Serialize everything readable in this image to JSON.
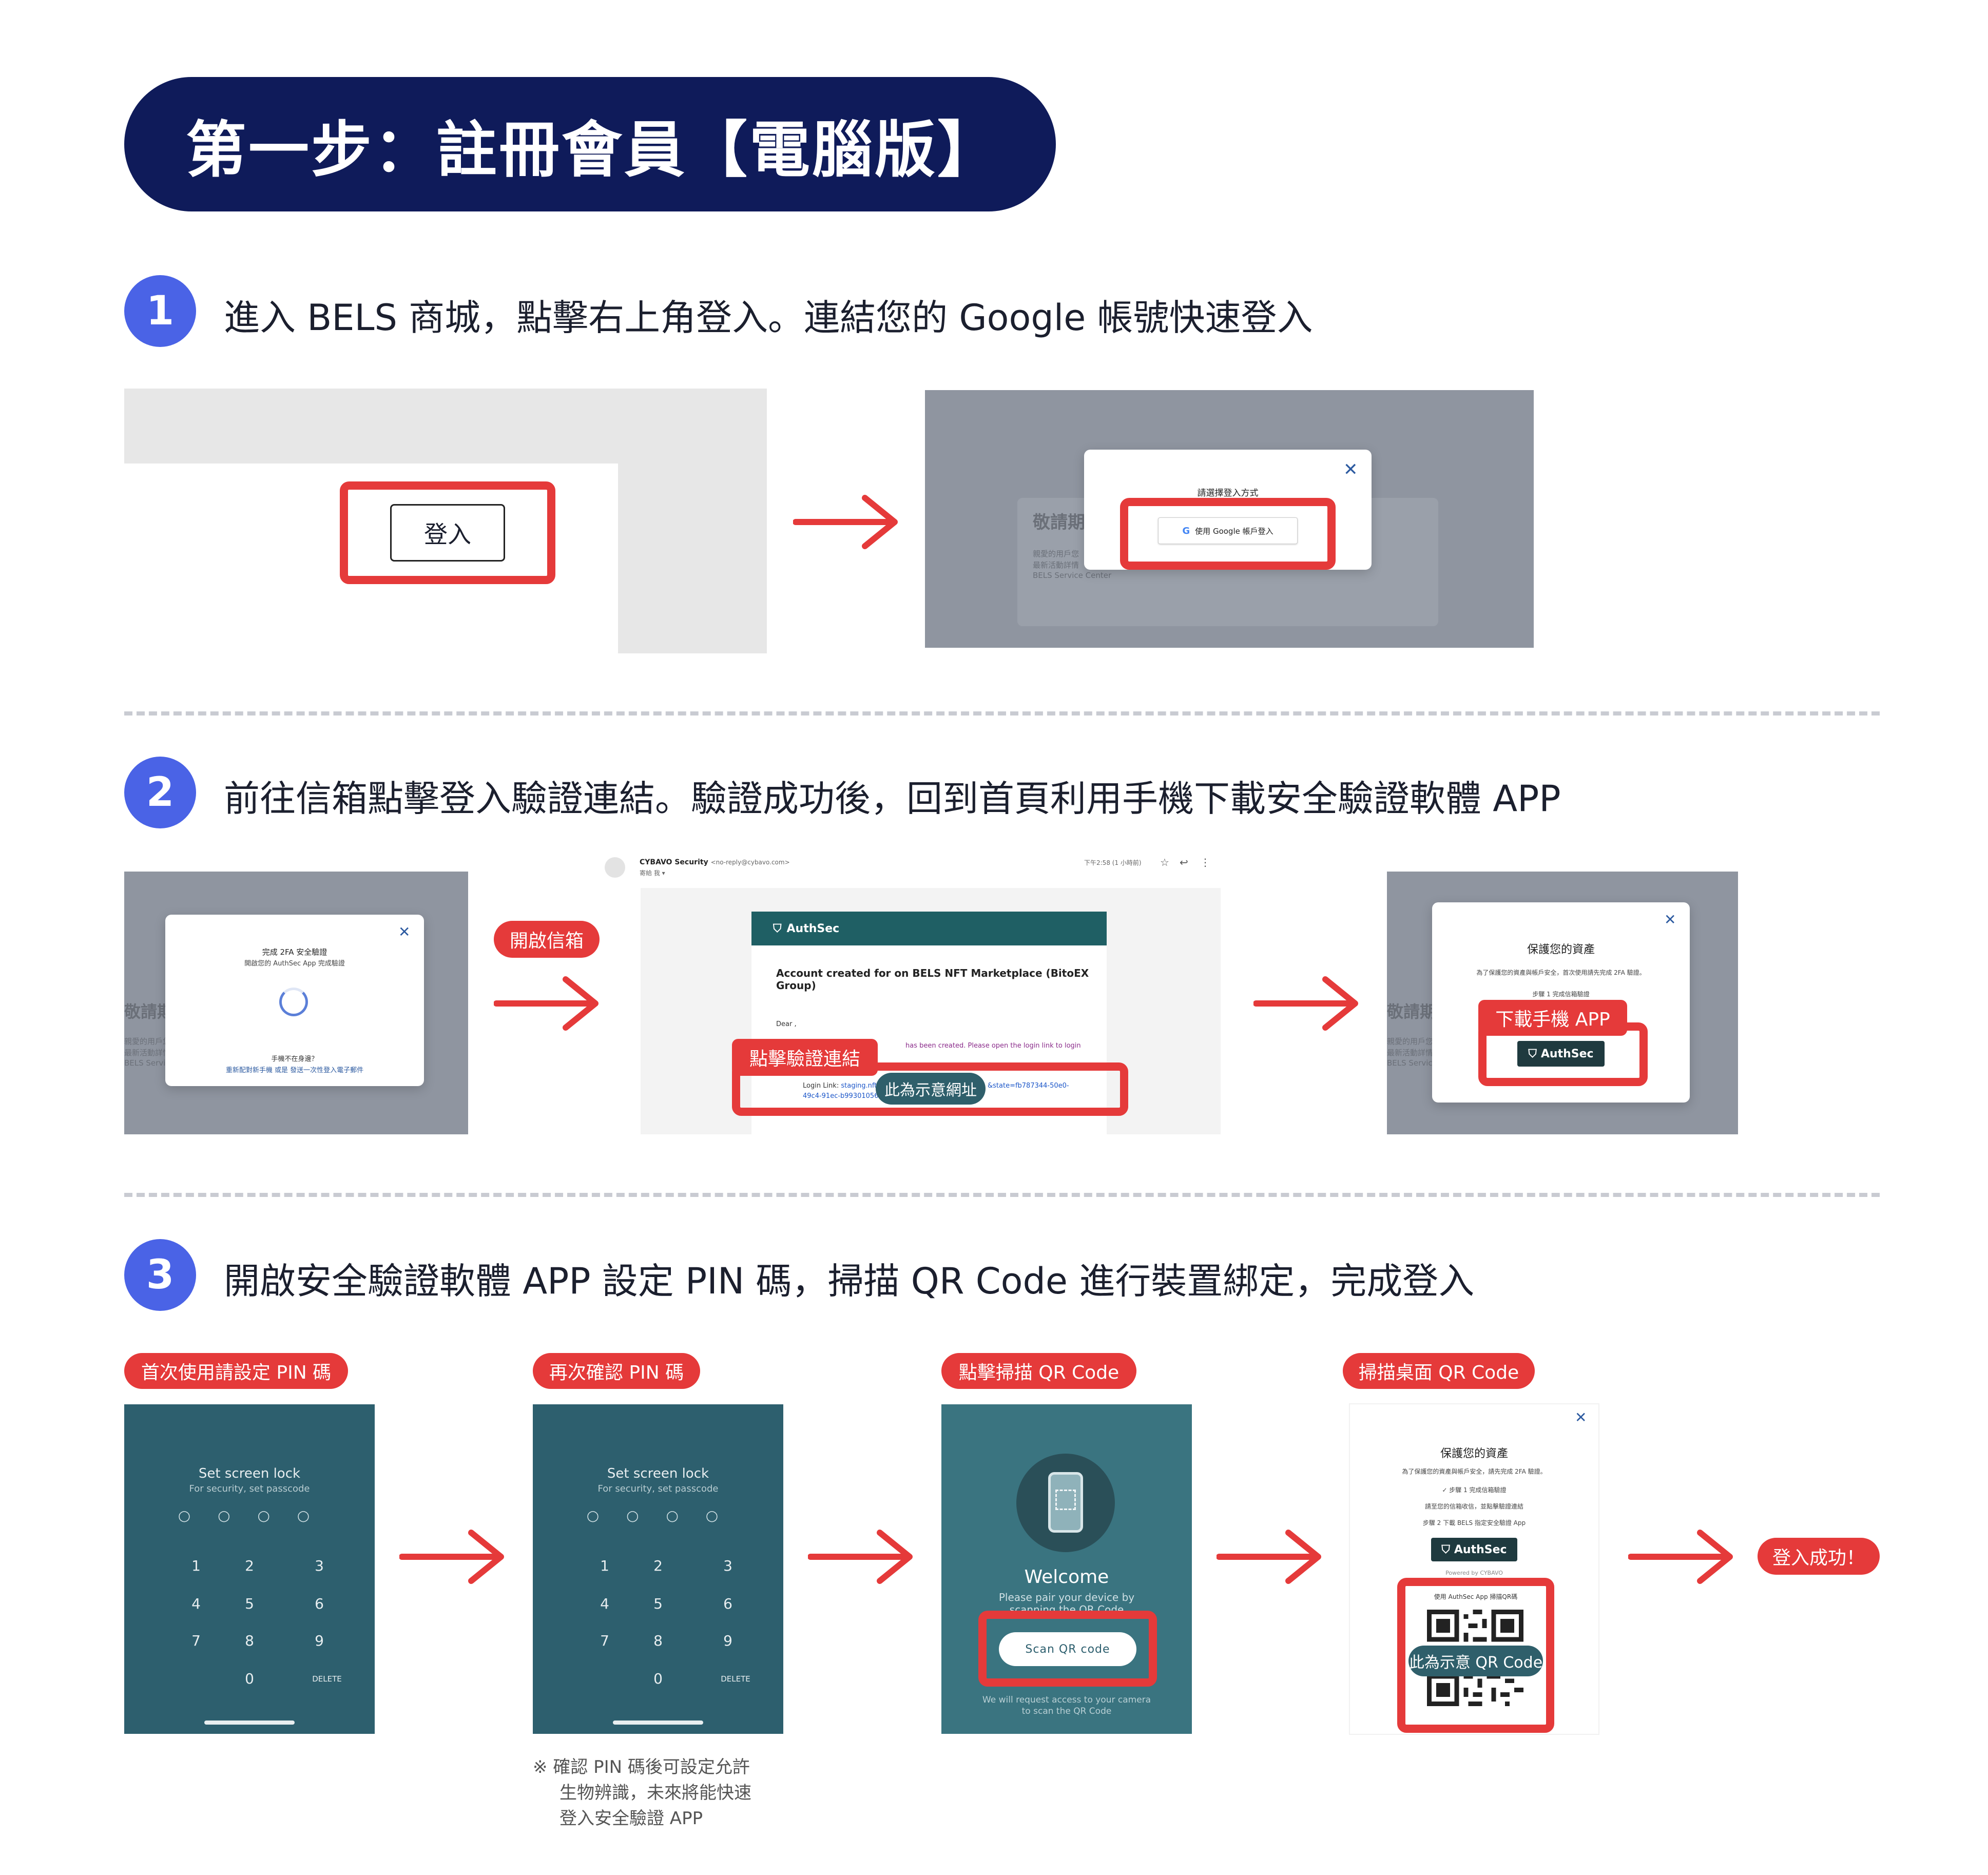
{
  "title": "第一步：註冊會員【電腦版】",
  "steps": [
    {
      "num": "1",
      "text": "進入 BELS 商城，點擊右上角登入。連結您的 Google 帳號快速登入"
    },
    {
      "num": "2",
      "text": "前往信箱點擊登入驗證連結。驗證成功後，回到首頁利用手機下載安全驗證軟體 APP"
    },
    {
      "num": "3",
      "text": "開啟安全驗證軟體 APP 設定 PIN 碼，掃描 QR Code 進行裝置綁定，完成登入"
    }
  ],
  "step1": {
    "login_button": "登入",
    "dialog_title": "請選擇登入方式",
    "google_button": "使用 Google 帳戶登入",
    "bg_heading": "敬請期",
    "bg_line1": "親愛的用戶您",
    "bg_line2": "最新活動詳情",
    "bg_line3": "BELS Service Center"
  },
  "step2": {
    "twofa_title": "完成 2FA 安全驗證",
    "twofa_sub": "開啟您的 AuthSec App 完成驗證",
    "twofa_q": "手機不在身邊？",
    "twofa_links": "重新配對新手機 或是 發送一次性登入電子郵件",
    "bg_heading": "敬請期",
    "bg_line1": "親愛的用戶您",
    "bg_line2": "最新活動詳情",
    "bg_line3": "BELS Service",
    "open_mail_tag": "開啟信箱",
    "mail_sender": "CYBAVO Security",
    "mail_sender_addr": "<no-reply@cybavo.com>",
    "mail_to": "寄給 我 ▾",
    "mail_time": "下午2:58 (1 小時前)",
    "authsec_brand": "AuthSec",
    "mail_subject": "Account created for on BELS NFT Marketplace (BitoEX Group)",
    "mail_dear": "Dear ,",
    "mail_body": "has been created. Please open the login link to login",
    "mail_link_label": "Login Link:",
    "mail_link": "staging.nft.b",
    "mail_link_tail": "&state=fb787344-50e0-",
    "mail_link_2": "49c4-91ec-b99301056f",
    "click_link_tag": "點擊驗證連結",
    "demo_url_pill": "此為示意網址",
    "protect_title": "保護您的資產",
    "protect_sub": "為了保護您的資產與帳戶安全，首次使用請先完成 2FA 驗證。",
    "protect_step1": "步驟 1 完成信箱驗證",
    "download_tag": "下載手機 APP",
    "authsec_button": "AuthSec"
  },
  "step3": {
    "tags": [
      "首次使用請設定 PIN 碼",
      "再次確認 PIN 碼",
      "點擊掃描 QR Code",
      "掃描桌面 QR Code"
    ],
    "screen_lock_title": "Set screen lock",
    "screen_lock_sub": "For security, set passcode",
    "pin_dots": "○ ○ ○ ○",
    "keys": [
      "1",
      "2",
      "3",
      "4",
      "5",
      "6",
      "7",
      "8",
      "9",
      "0",
      "DELETE"
    ],
    "welcome": "Welcome",
    "welcome_sub1": "Please pair your device by",
    "welcome_sub2": "scanning the QR Code",
    "scan_button": "Scan QR code",
    "camera_note1": "We will request access to your camera",
    "camera_note2": "to scan the QR Code",
    "protect_title": "保護您的資產",
    "protect_sub": "為了保護您的資產與帳戶安全，請先完成 2FA 驗證。",
    "protect_step1": "✓ 步驟 1 完成信箱驗證",
    "protect_step1b": "請至您的信箱收信，並點擊驗證連結",
    "protect_step2": "步驟 2 下載 BELS 指定安全驗證 App",
    "authsec_button": "AuthSec",
    "powered": "Powered by CYBAVO",
    "qr_caption": "使用 AuthSec App 掃描QR碼",
    "qr_demo_pill": "此為示意 QR Code",
    "success_tag": "登入成功！",
    "pin_note_1": "※ 確認 PIN 碼後可設定允許",
    "pin_note_2": "生物辨識，未來將能快速",
    "pin_note_3": "登入安全驗證 APP"
  },
  "colors": {
    "navy": "#0f1b5a",
    "step_blue": "#4a63e6",
    "red": "#e53a3a",
    "teal": "#2d5f6e",
    "authsec_green": "#1f5f64"
  }
}
